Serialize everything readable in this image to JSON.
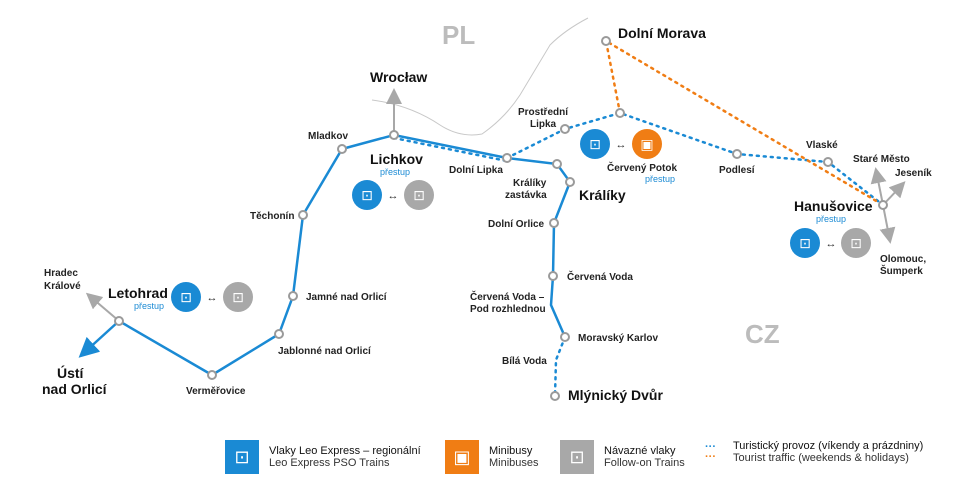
{
  "countries": {
    "pl": "PL",
    "cz": "CZ"
  },
  "stations": {
    "wroclaw": "Wrocław",
    "mladkov": "Mladkov",
    "lichkov": "Lichkov",
    "techonin": "Těchonín",
    "hradec": [
      "Hradec",
      "Králové"
    ],
    "letohrad": "Letohrad",
    "usti": [
      "Ústí",
      "nad Orlicí"
    ],
    "vermerovice": "Verměřovice",
    "jablonne": "Jablonné nad Orlicí",
    "jamne": "Jamné nad Orlicí",
    "dolni_lipka": "Dolní Lipka",
    "prostredni_lipka": [
      "Prostřední",
      "Lipka"
    ],
    "kraliky_zastavka": [
      "Králíky",
      "zastávka"
    ],
    "kraliky": "Králíky",
    "dolni_orlice": "Dolní Orlice",
    "cervena_voda": "Červená Voda",
    "cervena_voda_pod": [
      "Červená Voda –",
      "Pod rozhlednou"
    ],
    "moravsky_karlov": "Moravský Karlov",
    "bila_voda": "Bílá Voda",
    "mlynicky_dvur": "Mlýnický Dvůr",
    "dolni_morava": "Dolní Morava",
    "cerveny_potok": "Červený Potok",
    "podlesi": "Podlesí",
    "vlaske": "Vlaské",
    "stare_mesto": "Staré Město",
    "jesenik": "Jeseník",
    "hanusovice": "Hanušovice",
    "olomouc": [
      "Olomouc,",
      "Šumperk"
    ]
  },
  "transfer_label": "přestup",
  "colors": {
    "leo": "#1a8ad4",
    "minibus": "#f07d14",
    "followon": "#a8a8a8"
  },
  "legend": [
    {
      "title": "Vlaky Leo Express – regionální",
      "subtitle": "Leo Express PSO Trains",
      "icon": "train-icon"
    },
    {
      "title": "Minibusy",
      "subtitle": "Minibuses",
      "icon": "bus-icon"
    },
    {
      "title": "Návazné vlaky",
      "subtitle": "Follow-on Trains",
      "icon": "train-icon"
    },
    {
      "title": "Turistický provoz (víkendy a prázdniny)",
      "subtitle": "Tourist traffic (weekends & holidays)",
      "icon": "dotted-line-icon"
    }
  ]
}
